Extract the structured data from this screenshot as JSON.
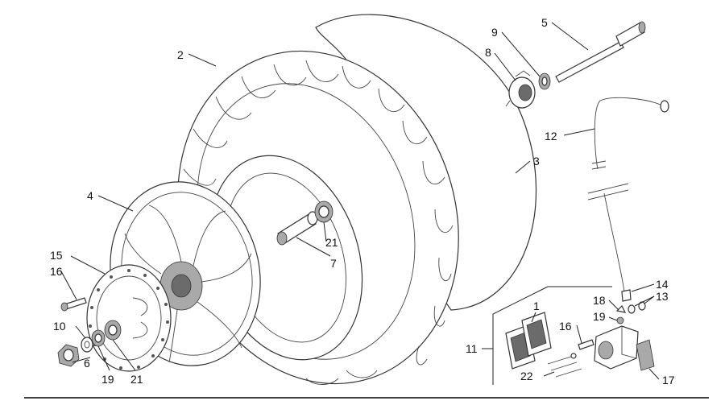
{
  "callouts": [
    {
      "id": "c1",
      "text": "1"
    },
    {
      "id": "c2",
      "text": "2"
    },
    {
      "id": "c3",
      "text": "3"
    },
    {
      "id": "c4",
      "text": "4"
    },
    {
      "id": "c5",
      "text": "5"
    },
    {
      "id": "c6",
      "text": "6"
    },
    {
      "id": "c7",
      "text": "7"
    },
    {
      "id": "c8",
      "text": "8"
    },
    {
      "id": "c9",
      "text": "9"
    },
    {
      "id": "c10",
      "text": "10"
    },
    {
      "id": "c11",
      "text": "11"
    },
    {
      "id": "c12",
      "text": "12"
    },
    {
      "id": "c13",
      "text": "13"
    },
    {
      "id": "c14",
      "text": "14"
    },
    {
      "id": "c15",
      "text": "15"
    },
    {
      "id": "c16a",
      "text": "16"
    },
    {
      "id": "c16b",
      "text": "16"
    },
    {
      "id": "c17",
      "text": "17"
    },
    {
      "id": "c18",
      "text": "18"
    },
    {
      "id": "c19",
      "text": "19"
    },
    {
      "id": "c20",
      "text": "20"
    },
    {
      "id": "c21a",
      "text": "21"
    },
    {
      "id": "c21b",
      "text": "21"
    },
    {
      "id": "c22",
      "text": "22"
    }
  ]
}
